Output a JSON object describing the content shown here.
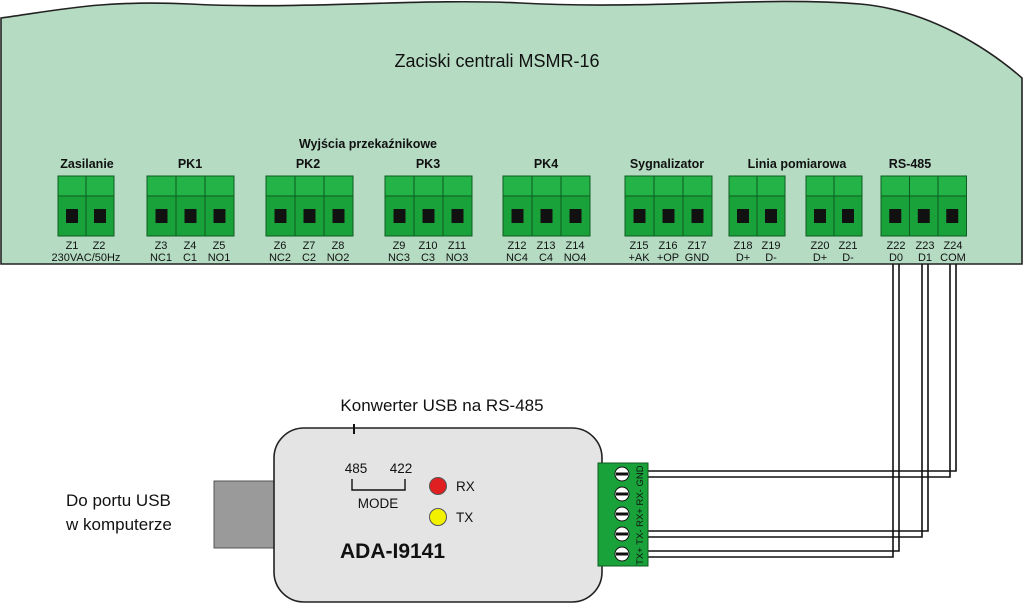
{
  "panel": {
    "title": "Zaciski centrali MSMR-16",
    "relay_header": "Wyjścia przekaźnikowe",
    "groups": [
      {
        "id": "zasilanie",
        "label": "Zasilanie",
        "terminals": [
          {
            "num": "Z1",
            "sig": ""
          },
          {
            "num": "Z2",
            "sig": ""
          }
        ],
        "combined_sig": "230VAC/50Hz"
      },
      {
        "id": "pk1",
        "label": "PK1",
        "terminals": [
          {
            "num": "Z3",
            "sig": "NC1"
          },
          {
            "num": "Z4",
            "sig": "C1"
          },
          {
            "num": "Z5",
            "sig": "NO1"
          }
        ]
      },
      {
        "id": "pk2",
        "label": "PK2",
        "terminals": [
          {
            "num": "Z6",
            "sig": "NC2"
          },
          {
            "num": "Z7",
            "sig": "C2"
          },
          {
            "num": "Z8",
            "sig": "NO2"
          }
        ]
      },
      {
        "id": "pk3",
        "label": "PK3",
        "terminals": [
          {
            "num": "Z9",
            "sig": "NC3"
          },
          {
            "num": "Z10",
            "sig": "C3"
          },
          {
            "num": "Z11",
            "sig": "NO3"
          }
        ]
      },
      {
        "id": "pk4",
        "label": "PK4",
        "terminals": [
          {
            "num": "Z12",
            "sig": "NC4"
          },
          {
            "num": "Z13",
            "sig": "C4"
          },
          {
            "num": "Z14",
            "sig": "NO4"
          }
        ]
      },
      {
        "id": "sygnalizator",
        "label": "Sygnalizator",
        "terminals": [
          {
            "num": "Z15",
            "sig": "+AK"
          },
          {
            "num": "Z16",
            "sig": "+OP"
          },
          {
            "num": "Z17",
            "sig": "GND"
          }
        ]
      },
      {
        "id": "linia-a",
        "label": "Linia pomiarowa",
        "terminals": [
          {
            "num": "Z18",
            "sig": "D+"
          },
          {
            "num": "Z19",
            "sig": "D-"
          }
        ]
      },
      {
        "id": "linia-b",
        "label": "",
        "terminals": [
          {
            "num": "Z20",
            "sig": "D+"
          },
          {
            "num": "Z21",
            "sig": "D-"
          }
        ]
      },
      {
        "id": "rs485",
        "label": "RS-485",
        "terminals": [
          {
            "num": "Z22",
            "sig": "D0"
          },
          {
            "num": "Z23",
            "sig": "D1"
          },
          {
            "num": "Z24",
            "sig": "COM"
          }
        ]
      }
    ]
  },
  "converter": {
    "caption": "Konwerter USB na RS-485",
    "model": "ADA-I9141",
    "mode_left": "485",
    "mode_right": "422",
    "mode_label": "MODE",
    "led_rx_label": "RX",
    "led_tx_label": "TX",
    "led_rx_color": "#e02020",
    "led_tx_color": "#f2f200",
    "terminal_labels": "TX+ TX- RX+ RX- GND"
  },
  "usb": {
    "line1": "Do portu USB",
    "line2": "w komputerze"
  },
  "colors": {
    "panel_fill": "#b5dcc3",
    "terminal_green": "#1aa23a",
    "converter_fill": "#e4e4e4",
    "usb_plug": "#9a9a9a"
  }
}
